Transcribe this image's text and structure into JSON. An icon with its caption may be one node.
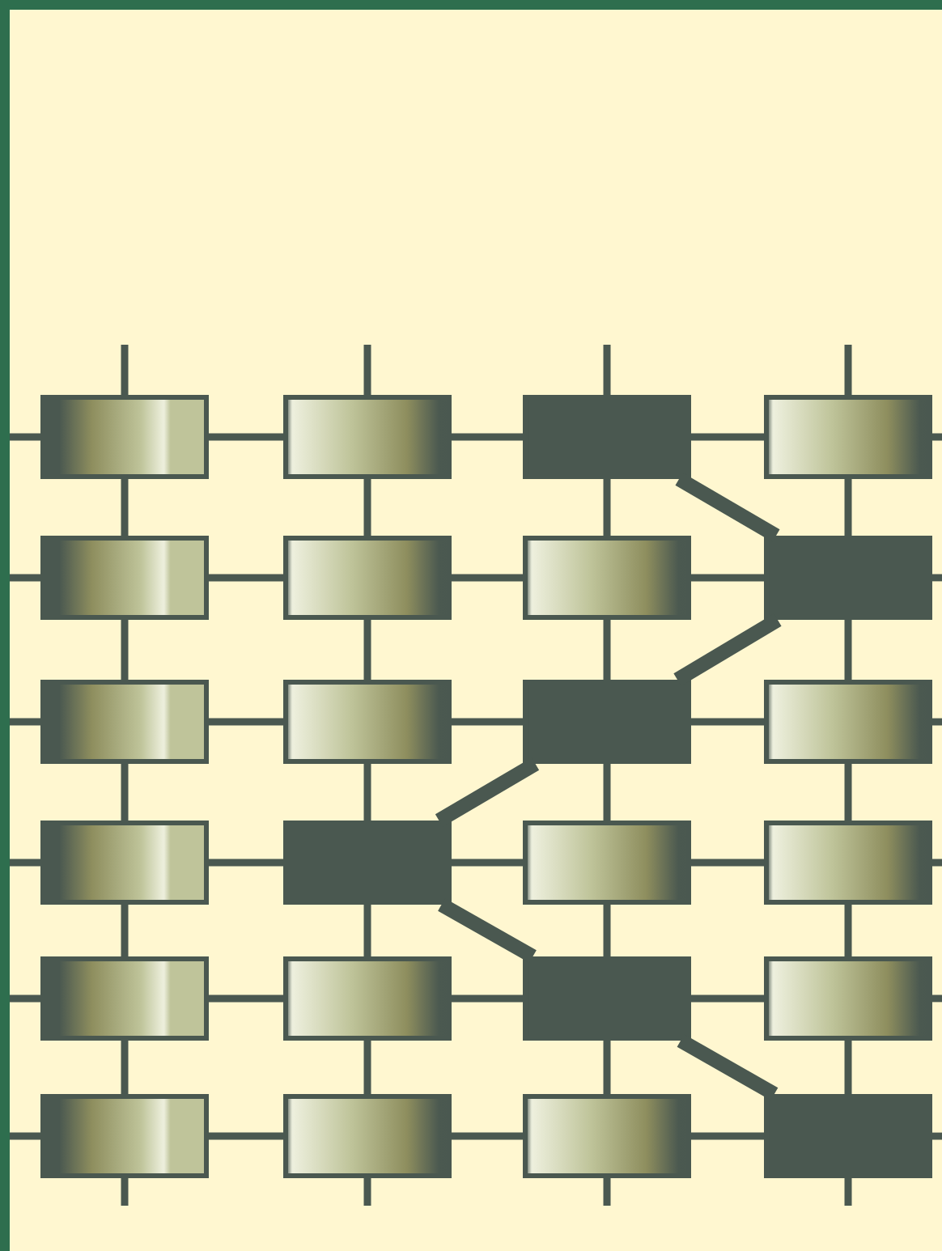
{
  "diagram": {
    "nodes": [
      {
        "text": [],
        "shape": "box"
      },
      {
        "text": [],
        "shape": "box"
      },
      {
        "text": [],
        "shape": "box"
      },
      {
        "text": [],
        "shape": "box"
      },
      {
        "text": [],
        "shape": "box"
      },
      {
        "text": [],
        "shape": "box"
      },
      {
        "text": [],
        "shape": "box"
      },
      {
        "text": [],
        "shape": "box"
      },
      {
        "text": [],
        "shape": "box"
      },
      {
        "text": [],
        "shape": "box"
      },
      {
        "text": [],
        "shape": "box"
      },
      {
        "text": [],
        "shape": "box"
      },
      {
        "text": [],
        "shape": "box"
      },
      {
        "text": [],
        "shape": "box"
      },
      {
        "text": [],
        "shape": "box"
      },
      {
        "text": [],
        "shape": "box"
      },
      {
        "text": [],
        "shape": "box"
      },
      {
        "text": [],
        "shape": "box"
      },
      {
        "text": [],
        "shape": "box"
      },
      {
        "text": [],
        "shape": "box"
      },
      {
        "text": [],
        "shape": "box"
      },
      {
        "text": [],
        "shape": "box"
      },
      {
        "text": [],
        "shape": "box"
      },
      {
        "text": [],
        "shape": "box"
      }
    ],
    "edges": [
      {
        "from": 0,
        "to": 1,
        "arrow": "none"
      },
      {
        "from": 1,
        "to": 2,
        "arrow": "none"
      },
      {
        "from": 2,
        "to": 3,
        "arrow": "none"
      },
      {
        "from": 4,
        "to": 5,
        "arrow": "none"
      },
      {
        "from": 5,
        "to": 6,
        "arrow": "none"
      },
      {
        "from": 6,
        "to": 7,
        "arrow": "none"
      },
      {
        "from": 8,
        "to": 9,
        "arrow": "none"
      },
      {
        "from": 9,
        "to": 10,
        "arrow": "none"
      },
      {
        "from": 10,
        "to": 11,
        "arrow": "none"
      },
      {
        "from": 12,
        "to": 13,
        "arrow": "none"
      },
      {
        "from": 13,
        "to": 14,
        "arrow": "none"
      },
      {
        "from": 14,
        "to": 15,
        "arrow": "none"
      },
      {
        "from": 16,
        "to": 17,
        "arrow": "none"
      },
      {
        "from": 17,
        "to": 18,
        "arrow": "none"
      },
      {
        "from": 18,
        "to": 19,
        "arrow": "none"
      },
      {
        "from": 20,
        "to": 21,
        "arrow": "none"
      },
      {
        "from": 21,
        "to": 22,
        "arrow": "none"
      },
      {
        "from": 22,
        "to": 23,
        "arrow": "none"
      },
      {
        "from": 0,
        "to": 4,
        "arrow": "none"
      },
      {
        "from": 4,
        "to": 8,
        "arrow": "none"
      },
      {
        "from": 8,
        "to": 12,
        "arrow": "none"
      },
      {
        "from": 12,
        "to": 16,
        "arrow": "none"
      },
      {
        "from": 16,
        "to": 20,
        "arrow": "none"
      },
      {
        "from": 1,
        "to": 5,
        "arrow": "none"
      },
      {
        "from": 5,
        "to": 9,
        "arrow": "none"
      },
      {
        "from": 9,
        "to": 13,
        "arrow": "none"
      },
      {
        "from": 13,
        "to": 17,
        "arrow": "none"
      },
      {
        "from": 17,
        "to": 21,
        "arrow": "none"
      },
      {
        "from": 2,
        "to": 6,
        "arrow": "none"
      },
      {
        "from": 6,
        "to": 10,
        "arrow": "none"
      },
      {
        "from": 10,
        "to": 14,
        "arrow": "none"
      },
      {
        "from": 14,
        "to": 18,
        "arrow": "none"
      },
      {
        "from": 18,
        "to": 22,
        "arrow": "none"
      },
      {
        "from": 3,
        "to": 7,
        "arrow": "none"
      },
      {
        "from": 7,
        "to": 11,
        "arrow": "none"
      },
      {
        "from": 11,
        "to": 15,
        "arrow": "none"
      },
      {
        "from": 15,
        "to": 19,
        "arrow": "none"
      },
      {
        "from": 19,
        "to": 23,
        "arrow": "none"
      },
      {
        "from": 2,
        "to": 7,
        "arrow": "none",
        "style": "thick"
      },
      {
        "from": 7,
        "to": 10,
        "arrow": "none",
        "style": "thick"
      },
      {
        "from": 10,
        "to": 13,
        "arrow": "none",
        "style": "thick"
      },
      {
        "from": 13,
        "to": 18,
        "arrow": "none",
        "style": "thick"
      },
      {
        "from": 18,
        "to": 23,
        "arrow": "none",
        "style": "thick"
      }
    ]
  }
}
